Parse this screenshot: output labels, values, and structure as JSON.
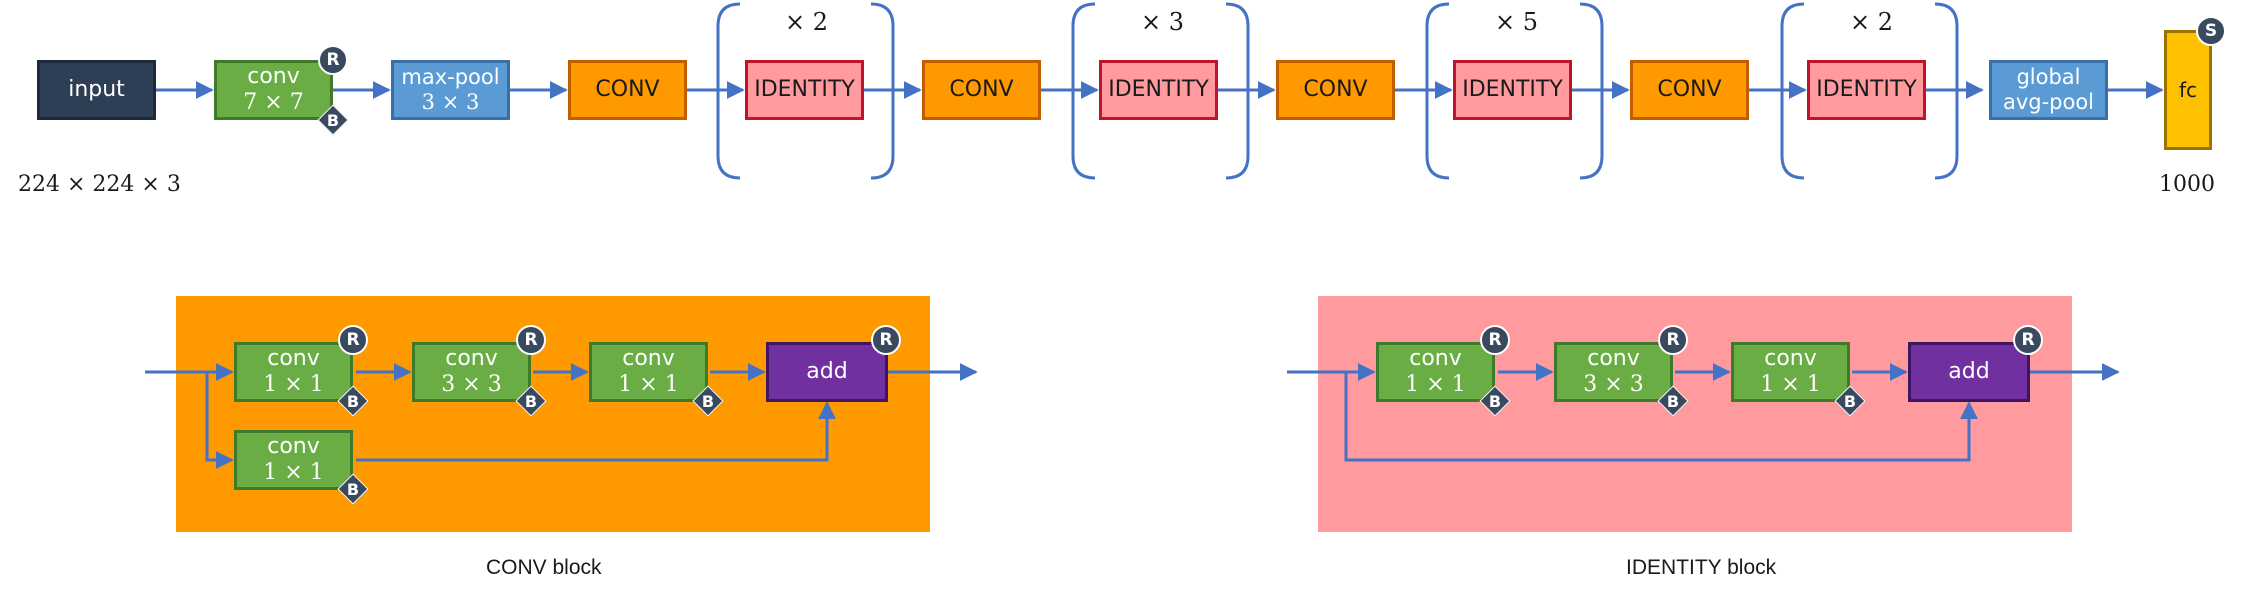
{
  "main_row": {
    "input": "input",
    "conv7": {
      "line1": "conv",
      "line2": "7 × 7"
    },
    "maxpool": {
      "line1": "max-pool",
      "line2": "3 × 3"
    },
    "stage_labels": [
      "CONV",
      "IDENTITY",
      "CONV",
      "IDENTITY",
      "CONV",
      "IDENTITY",
      "CONV",
      "IDENTITY"
    ],
    "repeats": [
      "× 2",
      "× 3",
      "× 5",
      "× 2"
    ],
    "gap": {
      "line1": "global",
      "line2": "avg-pool"
    },
    "fc": "fc",
    "input_dims": "224 × 224 × 3",
    "output_dims": "1000"
  },
  "badges": {
    "relu": "R",
    "batchnorm": "B",
    "softmax": "S"
  },
  "conv_block": {
    "caption": "CONV block",
    "convs": [
      {
        "line1": "conv",
        "line2": "1 × 1"
      },
      {
        "line1": "conv",
        "line2": "3 × 3"
      },
      {
        "line1": "conv",
        "line2": "1 × 1"
      }
    ],
    "shortcut": {
      "line1": "conv",
      "line2": "1 × 1"
    },
    "add": "add"
  },
  "identity_block": {
    "caption": "IDENTITY block",
    "convs": [
      {
        "line1": "conv",
        "line2": "1 × 1"
      },
      {
        "line1": "conv",
        "line2": "3 × 3"
      },
      {
        "line1": "conv",
        "line2": "1 × 1"
      }
    ],
    "add": "add"
  },
  "colors": {
    "arrow": "#4472c4",
    "bracket": "#4472c4",
    "conv_block_bg": "#ff9900",
    "identity_block_bg": "#ff9a9e",
    "green_conv": "#6aad45",
    "add_purple": "#7030a0",
    "pool_blue": "#5b9bd5",
    "fc_yellow": "#ffc000",
    "input_navy": "#2e3e55"
  }
}
